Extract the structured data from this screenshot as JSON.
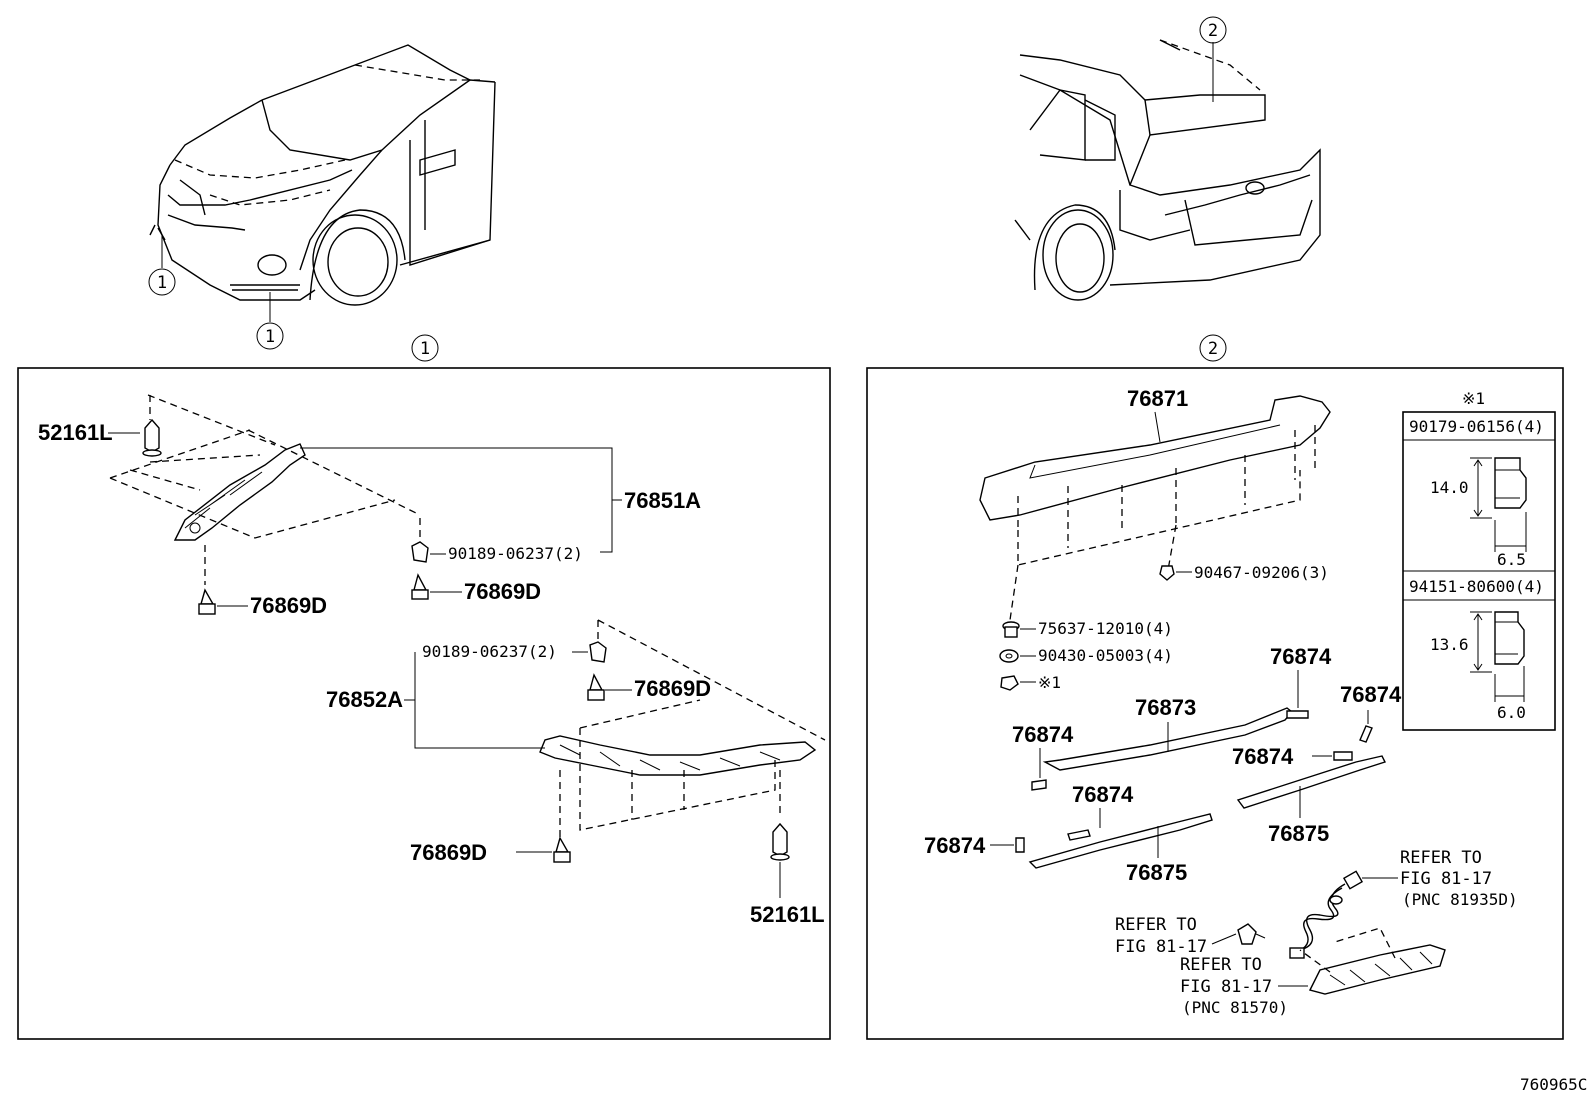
{
  "diagram_id": "760965C",
  "callouts": {
    "front": "1",
    "rear": "2"
  },
  "front_panel": {
    "labels": {
      "clip_upper": "52161L",
      "bracket_upper": "76851A",
      "nut_upper": "90189-06237(2)",
      "screw_upper_right": "76869D",
      "screw_upper_left": "76869D",
      "nut_lower": "90189-06237(2)",
      "screw_lower_top": "76869D",
      "bracket_lower": "76852A",
      "screw_lower_left": "76869D",
      "clip_lower": "52161L"
    }
  },
  "rear_panel": {
    "labels": {
      "spoiler": "76871",
      "screw_spoiler": "90467-09206(3)",
      "bolt": "75637-12010(4)",
      "washer": "90430-05003(4)",
      "note_ref": "※1",
      "tape_top_center": "76874",
      "tape_top_right": "76874",
      "moulding_top": "76873",
      "tape_left": "76874",
      "tape_mid": "76874",
      "tape_right_mid": "76874",
      "tape_bottom_left": "76874",
      "moulding_left": "76875",
      "moulding_right": "76875",
      "refer_wire": "REFER TO",
      "refer_wire_fig": "FIG 81-17",
      "refer_wire_pnc": "(PNC 81935D)",
      "refer_bulb": "REFER TO",
      "refer_bulb_fig": "FIG 81-17",
      "refer_lamp": "REFER TO",
      "refer_lamp_fig": "FIG 81-17",
      "refer_lamp_pnc": "(PNC 81570)"
    },
    "note_box": {
      "title": "※1",
      "nut1": {
        "part": "90179-06156(4)",
        "height": "14.0",
        "width": "6.5"
      },
      "nut2": {
        "part": "94151-80600(4)",
        "height": "13.6",
        "width": "6.0"
      }
    }
  }
}
